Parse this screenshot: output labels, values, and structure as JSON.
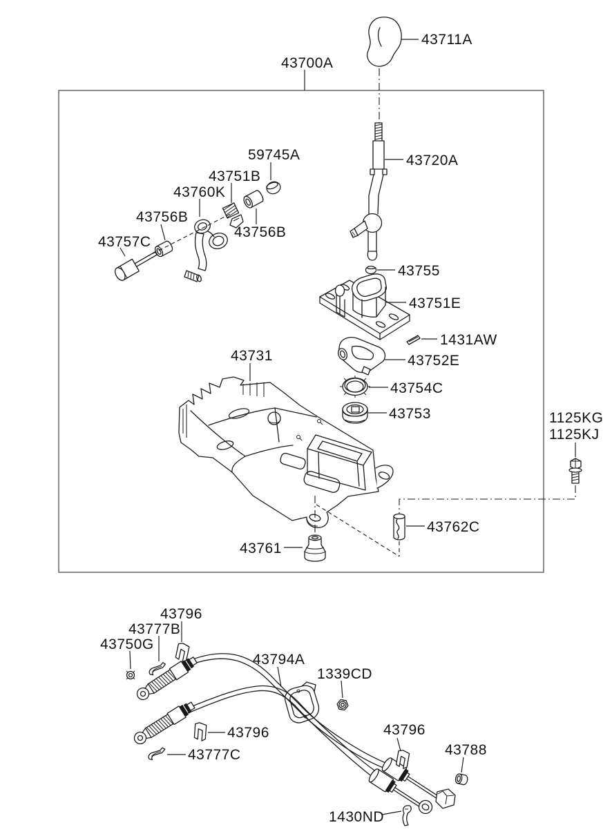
{
  "figure": {
    "type": "exploded-parts-diagram",
    "subject": "Manual transmission shift lever and shift cable assembly",
    "background_color": "#ffffff",
    "line_color": "#1a1a1a"
  },
  "parts": {
    "knob": {
      "label": "43711A"
    },
    "assembly_box": {
      "label": "43700A"
    },
    "lever": {
      "label": "43720A"
    },
    "damper_cap": {
      "label": "59745A"
    },
    "spring_clip": {
      "label": "43751B"
    },
    "select_lever": {
      "label": "43760K"
    },
    "bushing_left": {
      "label": "43756B"
    },
    "bushing_right": {
      "label": "43756B"
    },
    "pin_rod": {
      "label": "43757C"
    },
    "stopper": {
      "label": "43755"
    },
    "housing": {
      "label": "43751E"
    },
    "spring_pin": {
      "label": "1431AW"
    },
    "guide_bracket": {
      "label": "43752E"
    },
    "snap_ring": {
      "label": "43754C"
    },
    "ball_bushing": {
      "label": "43753"
    },
    "support_bracket": {
      "label": "43731"
    },
    "bolt": {
      "label_line1": "1125KG",
      "label_line2": "1125KJ"
    },
    "rod_clip": {
      "label": "43762C"
    },
    "grommet": {
      "label": "43761"
    },
    "cable_clip_top": {
      "label": "43796"
    },
    "pin_b": {
      "label": "43777B"
    },
    "retainer_ring": {
      "label": "43750G"
    },
    "cable_assembly": {
      "label": "43794A"
    },
    "nut": {
      "label": "1339CD"
    },
    "cable_clip_mid": {
      "label": "43796"
    },
    "pin_c": {
      "label": "43777C"
    },
    "cable_clip_right": {
      "label": "43796"
    },
    "end_cap": {
      "label": "43788"
    },
    "cotter_clip": {
      "label": "1430ND"
    }
  }
}
